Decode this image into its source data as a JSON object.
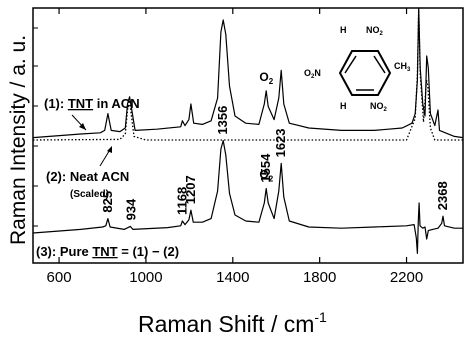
{
  "chart_data": {
    "type": "line",
    "xlabel": "Raman Shift / cm",
    "xlabel_sup": "-1",
    "ylabel": "Raman Intensity / a. u.",
    "xlim": [
      480,
      2460
    ],
    "xticks": [
      "600",
      "1000",
      "1400",
      "1800",
      "2200"
    ],
    "xtick_values": [
      600,
      1000,
      1400,
      1800,
      2200
    ],
    "series": [
      {
        "name": "(1): TNT in ACN",
        "style": "solid",
        "baseline": 0.18,
        "points": [
          [
            480,
            0.02
          ],
          [
            700,
            0.05
          ],
          [
            790,
            0.06
          ],
          [
            810,
            0.08
          ],
          [
            825,
            0.22
          ],
          [
            840,
            0.08
          ],
          [
            880,
            0.07
          ],
          [
            905,
            0.1
          ],
          [
            915,
            0.3
          ],
          [
            925,
            0.36
          ],
          [
            935,
            0.25
          ],
          [
            950,
            0.08
          ],
          [
            1050,
            0.09
          ],
          [
            1160,
            0.11
          ],
          [
            1168,
            0.16
          ],
          [
            1180,
            0.12
          ],
          [
            1198,
            0.17
          ],
          [
            1207,
            0.3
          ],
          [
            1220,
            0.14
          ],
          [
            1260,
            0.13
          ],
          [
            1300,
            0.16
          ],
          [
            1330,
            0.35
          ],
          [
            1345,
            0.9
          ],
          [
            1356,
            1.0
          ],
          [
            1368,
            0.88
          ],
          [
            1385,
            0.45
          ],
          [
            1410,
            0.2
          ],
          [
            1460,
            0.14
          ],
          [
            1520,
            0.13
          ],
          [
            1545,
            0.3
          ],
          [
            1554,
            0.41
          ],
          [
            1563,
            0.28
          ],
          [
            1590,
            0.17
          ],
          [
            1612,
            0.35
          ],
          [
            1623,
            0.58
          ],
          [
            1635,
            0.3
          ],
          [
            1660,
            0.14
          ],
          [
            1750,
            0.1
          ],
          [
            1900,
            0.08
          ],
          [
            2050,
            0.08
          ],
          [
            2180,
            0.1
          ],
          [
            2225,
            0.14
          ],
          [
            2240,
            0.22
          ],
          [
            2250,
            0.5
          ],
          [
            2256,
            1.4
          ],
          [
            2263,
            0.6
          ],
          [
            2275,
            0.3
          ],
          [
            2285,
            0.2
          ],
          [
            2293,
            0.7
          ],
          [
            2300,
            0.6
          ],
          [
            2310,
            0.22
          ],
          [
            2330,
            0.12
          ],
          [
            2345,
            0.25
          ],
          [
            2352,
            0.08
          ],
          [
            2420,
            0.03
          ],
          [
            2460,
            0.02
          ]
        ]
      },
      {
        "name": "(2): Neat ACN",
        "subname": "(Scaled)",
        "style": "dotted",
        "baseline": 0.18,
        "points": [
          [
            480,
            0.0
          ],
          [
            880,
            0.005
          ],
          [
            905,
            0.05
          ],
          [
            918,
            0.3
          ],
          [
            925,
            0.33
          ],
          [
            933,
            0.2
          ],
          [
            945,
            0.03
          ],
          [
            1000,
            0.0
          ],
          [
            2200,
            0.0
          ],
          [
            2240,
            0.18
          ],
          [
            2250,
            0.55
          ],
          [
            2256,
            1.4
          ],
          [
            2263,
            0.55
          ],
          [
            2278,
            0.15
          ],
          [
            2292,
            0.5
          ],
          [
            2298,
            0.45
          ],
          [
            2310,
            0.1
          ],
          [
            2330,
            0.0
          ],
          [
            2460,
            0.0
          ]
        ]
      },
      {
        "name": "(3): Pure TNT = (1) − (2)",
        "style": "solid",
        "baseline": 0.92,
        "points": [
          [
            480,
            0.0
          ],
          [
            700,
            0.03
          ],
          [
            800,
            0.05
          ],
          [
            815,
            0.06
          ],
          [
            825,
            0.12
          ],
          [
            835,
            0.05
          ],
          [
            900,
            0.03
          ],
          [
            928,
            0.055
          ],
          [
            940,
            0.03
          ],
          [
            1100,
            0.045
          ],
          [
            1160,
            0.06
          ],
          [
            1168,
            0.1
          ],
          [
            1180,
            0.07
          ],
          [
            1198,
            0.11
          ],
          [
            1207,
            0.19
          ],
          [
            1218,
            0.09
          ],
          [
            1260,
            0.09
          ],
          [
            1300,
            0.12
          ],
          [
            1330,
            0.35
          ],
          [
            1345,
            0.7
          ],
          [
            1356,
            0.77
          ],
          [
            1368,
            0.65
          ],
          [
            1385,
            0.33
          ],
          [
            1410,
            0.15
          ],
          [
            1460,
            0.1
          ],
          [
            1520,
            0.09
          ],
          [
            1545,
            0.25
          ],
          [
            1554,
            0.37
          ],
          [
            1563,
            0.25
          ],
          [
            1590,
            0.12
          ],
          [
            1612,
            0.35
          ],
          [
            1623,
            0.58
          ],
          [
            1635,
            0.3
          ],
          [
            1660,
            0.1
          ],
          [
            1750,
            0.05
          ],
          [
            1900,
            0.04
          ],
          [
            2050,
            0.05
          ],
          [
            2200,
            0.06
          ],
          [
            2235,
            0.07
          ],
          [
            2245,
            -0.04
          ],
          [
            2250,
            -0.17
          ],
          [
            2254,
            0.1
          ],
          [
            2258,
            0.25
          ],
          [
            2262,
            0.06
          ],
          [
            2275,
            0.04
          ],
          [
            2285,
            0.05
          ],
          [
            2293,
            -0.05
          ],
          [
            2300,
            0.02
          ],
          [
            2320,
            0.03
          ],
          [
            2345,
            0.04
          ],
          [
            2362,
            0.08
          ],
          [
            2368,
            0.14
          ],
          [
            2375,
            0.06
          ],
          [
            2420,
            0.04
          ],
          [
            2460,
            0.04
          ]
        ]
      }
    ],
    "peak_labels": [
      {
        "text": "825",
        "x": 825,
        "y": 0.12
      },
      {
        "text": "934",
        "x": 934,
        "y": 0.055
      },
      {
        "text": "1168",
        "x": 1168,
        "y": 0.1
      },
      {
        "text": "1207",
        "x": 1207,
        "y": 0.19
      },
      {
        "text": "1356",
        "x": 1356,
        "y": 0.77
      },
      {
        "text": "1554",
        "x": 1554,
        "y": 0.37
      },
      {
        "text": "1623",
        "x": 1623,
        "y": 0.58
      },
      {
        "text": "2368",
        "x": 2368,
        "y": 0.14
      }
    ],
    "o2_labels": [
      {
        "text": "O",
        "sub": "2",
        "x": 1554,
        "y": 0.41,
        "series": 0
      },
      {
        "text": "O",
        "sub": "2",
        "x": 1554,
        "y": 0.37,
        "series": 2
      }
    ]
  },
  "annotations": {
    "series1_label": {
      "prefix": "(1): ",
      "emph": "TNT",
      "suffix": " in ACN"
    },
    "series2_label": {
      "main": "(2): Neat ACN",
      "sub": "(Scaled)"
    },
    "series3_label": {
      "prefix": "(3): Pure ",
      "emph": "TNT",
      "suffix": " = (1) − (2)"
    }
  },
  "molecule": {
    "atoms": [
      "H",
      "NO",
      "O",
      "N",
      "CH",
      "H",
      "NO"
    ],
    "substituents": [
      {
        "text": "H",
        "sub": ""
      },
      {
        "text": "NO",
        "sub": "2"
      },
      {
        "text": "O",
        "sub": "2",
        "suffix": "N"
      },
      {
        "text": "CH",
        "sub": "3"
      },
      {
        "text": "H",
        "sub": ""
      },
      {
        "text": "NO",
        "sub": "2"
      }
    ]
  }
}
